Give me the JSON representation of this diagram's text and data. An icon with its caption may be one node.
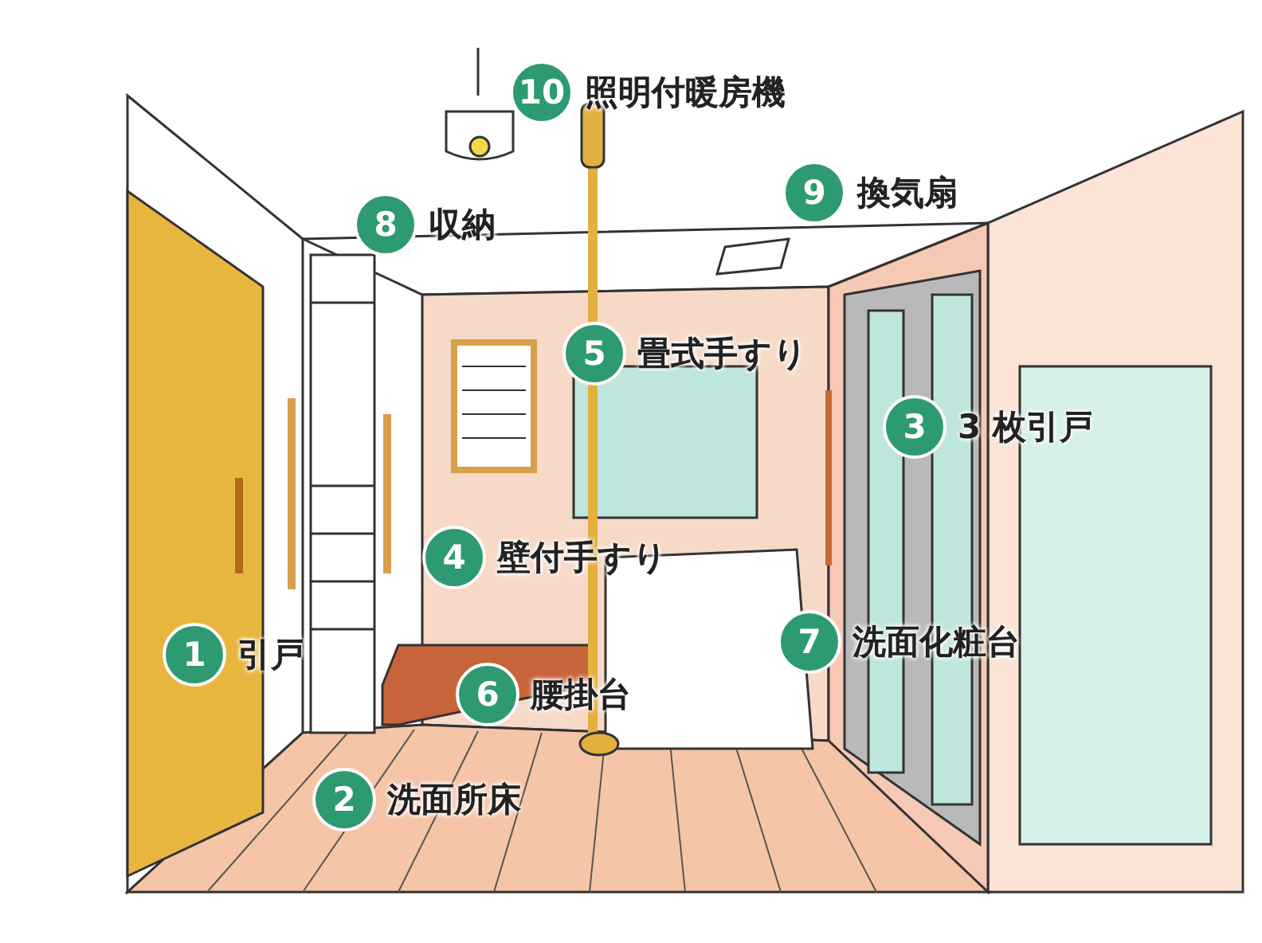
{
  "diagram": {
    "nodes": [
      {
        "text": [
          "1"
        ],
        "beside": [
          "引戸"
        ]
      },
      {
        "text": [
          "2"
        ],
        "beside": [
          "洗面所床"
        ]
      },
      {
        "text": [
          "3"
        ],
        "beside": [
          "3 枚引戸"
        ]
      },
      {
        "text": [
          "4"
        ],
        "beside": [
          "壁付手すり"
        ]
      },
      {
        "text": [
          "5"
        ],
        "beside": [
          "畳式手すり"
        ]
      },
      {
        "text": [
          "6"
        ],
        "beside": [
          "腰掛台"
        ]
      },
      {
        "text": [
          "7"
        ],
        "beside": [
          "洗面化粧台"
        ]
      },
      {
        "text": [
          "8"
        ],
        "beside": [
          "収納"
        ]
      },
      {
        "text": [
          "9"
        ],
        "beside": [
          "換気扇"
        ]
      },
      {
        "text": [
          "10"
        ],
        "beside": [
          "照明付暖房機"
        ]
      }
    ]
  }
}
